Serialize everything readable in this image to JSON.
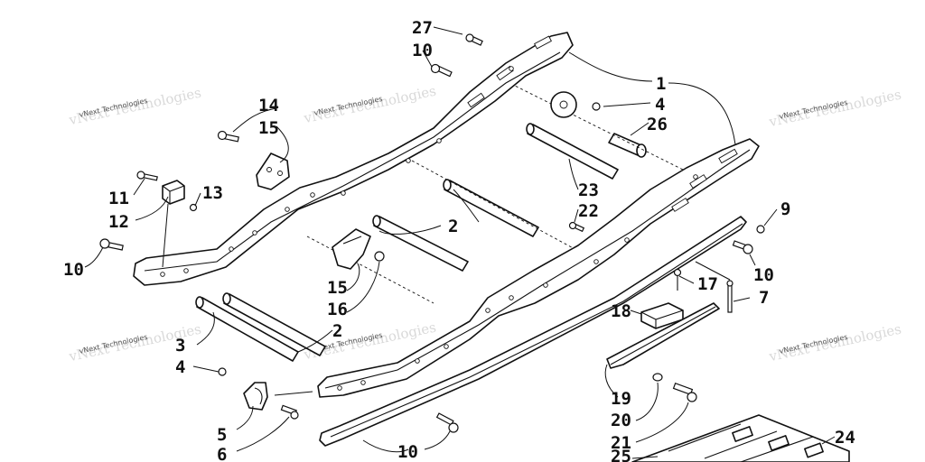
{
  "watermark": {
    "text": "vNext Technologies",
    "instances": [
      "wm-1",
      "wm-2",
      "wm-3",
      "wm-4",
      "wm-5",
      "wm-6"
    ]
  },
  "callouts": {
    "c1": "1",
    "c2a": "2",
    "c2b": "2",
    "c3": "3",
    "c4a": "4",
    "c4b": "4",
    "c5": "5",
    "c6": "6",
    "c7": "7",
    "c9": "9",
    "c10a": "10",
    "c10b": "10",
    "c10c": "10",
    "c10d": "10",
    "c11": "11",
    "c12": "12",
    "c13": "13",
    "c14": "14",
    "c15a": "15",
    "c15b": "15",
    "c16": "16",
    "c17": "17",
    "c18": "18",
    "c19": "19",
    "c20": "20",
    "c21": "21",
    "c22": "22",
    "c23": "23",
    "c24": "24",
    "c25": "25",
    "c26": "26",
    "c27": "27"
  }
}
